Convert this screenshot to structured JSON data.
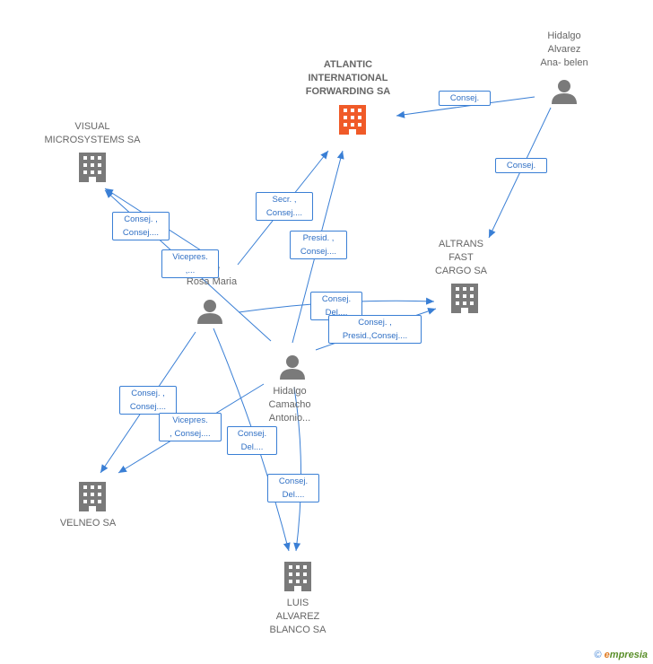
{
  "colors": {
    "edge": "#3a7fd5",
    "company": "#7a7a7a",
    "main_company": "#f05a28",
    "person": "#7a7a7a"
  },
  "nodes": {
    "atlantic": {
      "label": "ATLANTIC\nINTERNATIONAL\nFORWARDING SA",
      "icon": "building-icon"
    },
    "visual": {
      "label": "VISUAL\nMICROSYSTEMS SA",
      "icon": "building-icon"
    },
    "altrans": {
      "label": "ALTRANS\nFAST\nCARGO SA",
      "icon": "building-icon"
    },
    "velneo": {
      "label": "VELNEO SA",
      "icon": "building-icon"
    },
    "luis": {
      "label": "LUIS\nALVAREZ\nBLANCO SA",
      "icon": "building-icon"
    },
    "hidalgo_ana": {
      "label": "Hidalgo\nAlvarez\nAna- belen",
      "icon": "person-icon"
    },
    "rosa": {
      "label": "...z\n...te\nRosa Maria",
      "icon": "person-icon"
    },
    "hidalgo_antonio": {
      "label": "Hidalgo\nCamacho\nAntonio...",
      "icon": "person-icon"
    }
  },
  "edge_labels": [
    "Consej.",
    "Consej.",
    "Secr. ,\nConsej....",
    "Presid. ,\nConsej....",
    "Consej. ,\nConsej....",
    "Vicepres.\n,...",
    "Consej.\nDel....",
    "Consej. ,\nPresid.,Consej....",
    "Consej. ,\nConsej....",
    "Vicepres.\n, Consej....",
    "Consej.\nDel....",
    "Consej.\nDel...."
  ],
  "footer": {
    "copyright": "©",
    "brand_first": "e",
    "brand_rest": "mpresia"
  }
}
